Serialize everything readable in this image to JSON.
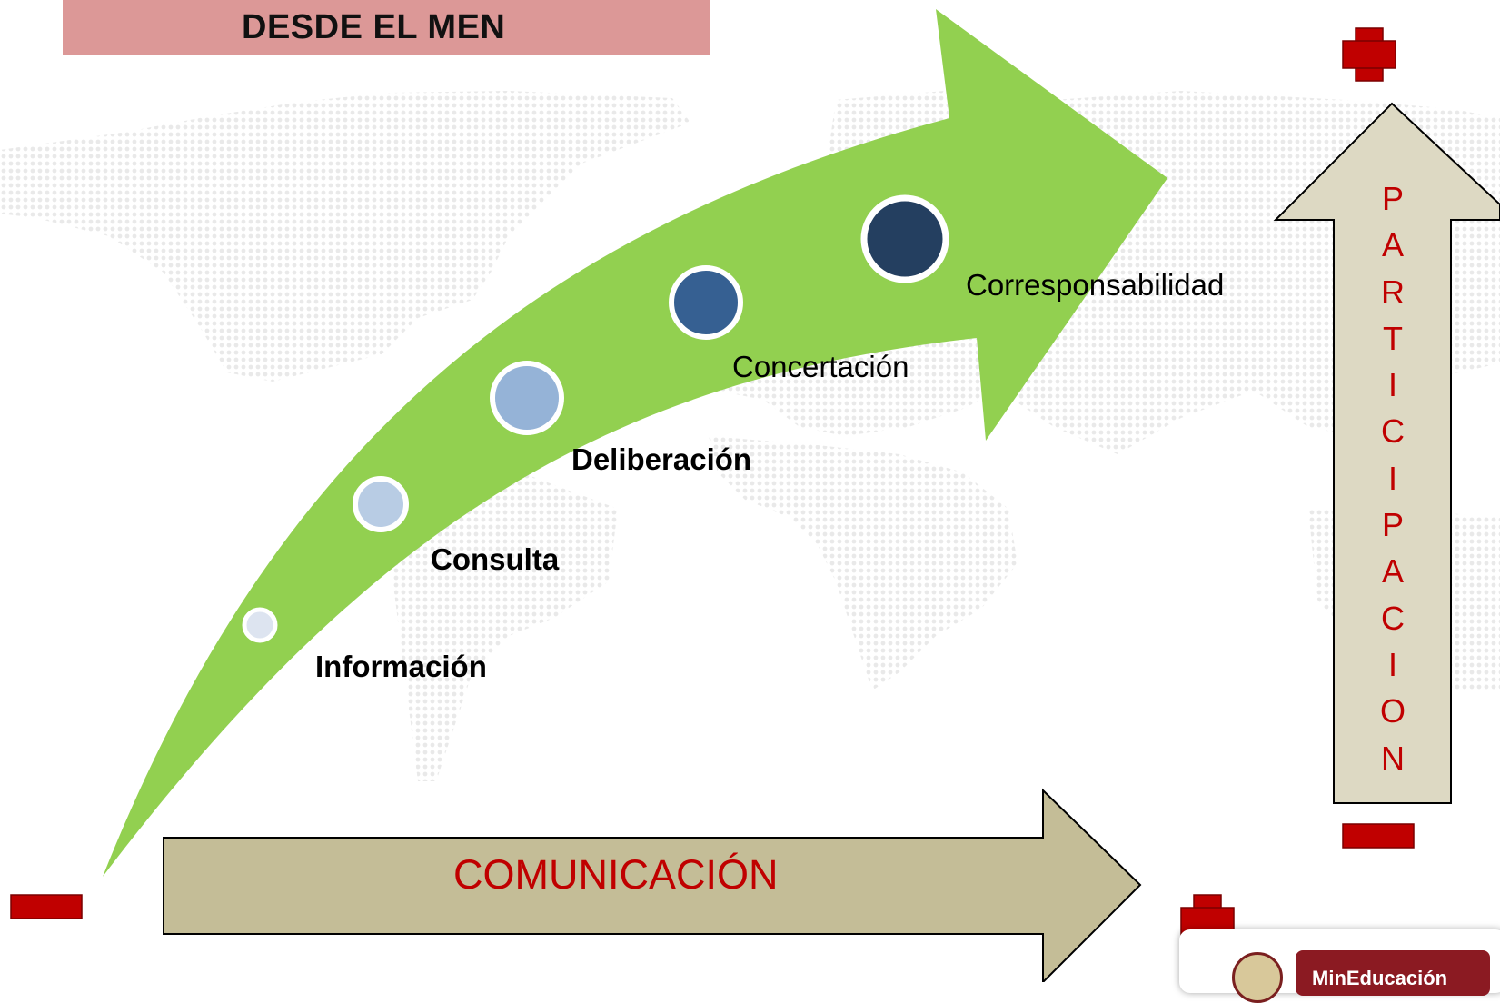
{
  "header": {
    "title": "DESDE EL MEN"
  },
  "stages": [
    {
      "label": "Información",
      "bold": true
    },
    {
      "label": "Consulta",
      "bold": true
    },
    {
      "label": "Deliberación",
      "bold": true
    },
    {
      "label": "Concertación",
      "bold": false
    },
    {
      "label": "Corresponsabilidad",
      "bold": false
    }
  ],
  "stage_colors": [
    "#dde4f0",
    "#b8cce4",
    "#95b3d7",
    "#366092",
    "#243f60"
  ],
  "vertical_arrow": {
    "letters": [
      "P",
      "A",
      "R",
      "T",
      "I",
      "C",
      "I",
      "P",
      "A",
      "C",
      "I",
      "O",
      "N"
    ]
  },
  "horizontal_arrow": {
    "label": "COMUNICACIÓN"
  },
  "markers": {
    "plus": "plus-icon",
    "minus": "minus-icon"
  },
  "logo": {
    "text": "MinEducación"
  },
  "colors": {
    "green_arrow": "#92d050",
    "tan_arrow": "#c4bd97",
    "beige_arrow": "#ddd9c3",
    "red": "#c00000",
    "header_bg": "#dc9897"
  }
}
